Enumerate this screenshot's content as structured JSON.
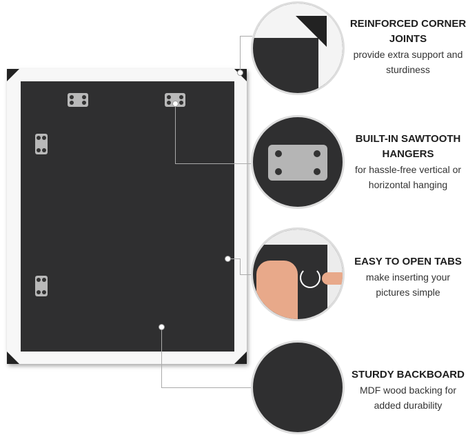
{
  "features": [
    {
      "title": "REINFORCED CORNER JOINTS",
      "desc": "provide extra support and sturdiness"
    },
    {
      "title": "BUILT-IN SAWTOOTH HANGERS",
      "desc": "for hassle-free vertical or horizontal hanging"
    },
    {
      "title": "EASY TO OPEN TABS",
      "desc": "make inserting your pictures simple"
    },
    {
      "title": "STURDY BACKBOARD",
      "desc": "MDF wood backing for added durability"
    }
  ],
  "colors": {
    "board": "#2f2f30",
    "frame": "#f7f7f7",
    "text": "#1e1e1e"
  }
}
